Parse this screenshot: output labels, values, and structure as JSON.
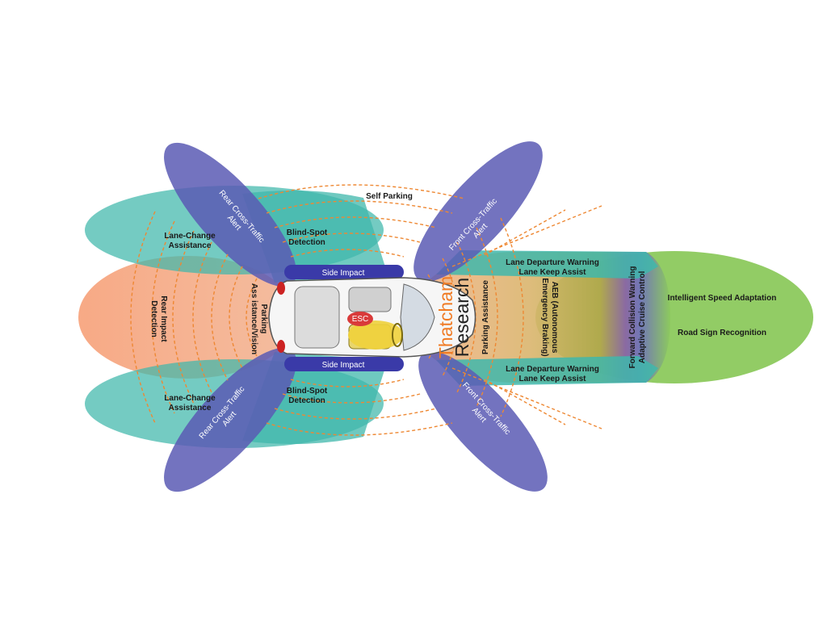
{
  "diagram": {
    "colors": {
      "teal": "#3fb7ab",
      "purple": "#5a5bb4",
      "salmon": "#f7a57f",
      "green": "#8cc95d",
      "orange_dash": "#ee8833",
      "brand_orange": "#f07b24",
      "brand_dark": "#222222"
    },
    "labels": {
      "self_parking": "Self Parking",
      "lane_change_top_1": "Lane-Change",
      "lane_change_top_2": "Assistance",
      "lane_change_bottom_1": "Lane-Change",
      "lane_change_bottom_2": "Assistance",
      "rear_cross_top_1": "Rear Cross-Traffic",
      "rear_cross_top_2": "Alert",
      "rear_cross_bottom_1": "Rear Cross-Traffic",
      "rear_cross_bottom_2": "Alert",
      "blind_spot_top_1": "Blind-Spot",
      "blind_spot_top_2": "Detection",
      "blind_spot_bottom_1": "Blind-Spot",
      "blind_spot_bottom_2": "Detection",
      "rear_impact_1": "Rear Impact",
      "rear_impact_2": "Detection",
      "parking_rear_1": "Parking",
      "parking_rear_2": "Ass istance/Vision",
      "side_impact_top": "Side Impact",
      "side_impact_bottom": "Side Impact",
      "esc": "ESC",
      "brand_orange": "Thatcham",
      "brand_dark": "Research",
      "front_cross_top_1": "Front Cross-Traffic",
      "front_cross_top_2": "Alert",
      "front_cross_bottom_1": "Front Cross-Traffic",
      "front_cross_bottom_2": "Alert",
      "lane_departure_top_1": "Lane Departure Warning",
      "lane_departure_top_2": "Lane Keep Assist",
      "lane_departure_bottom_1": "Lane Departure Warning",
      "lane_departure_bottom_2": "Lane Keep Assist",
      "parking_front": "Parking Assistance",
      "aeb_1": "AEB (Autonomous",
      "aeb_2": "Emergency Braking)",
      "fcw_1": "Forward Collision Warning",
      "fcw_2": "Adaptive Cruise Control",
      "isa": "Intelligent Speed Adaptation",
      "rsr": "Road Sign Recognition"
    }
  }
}
